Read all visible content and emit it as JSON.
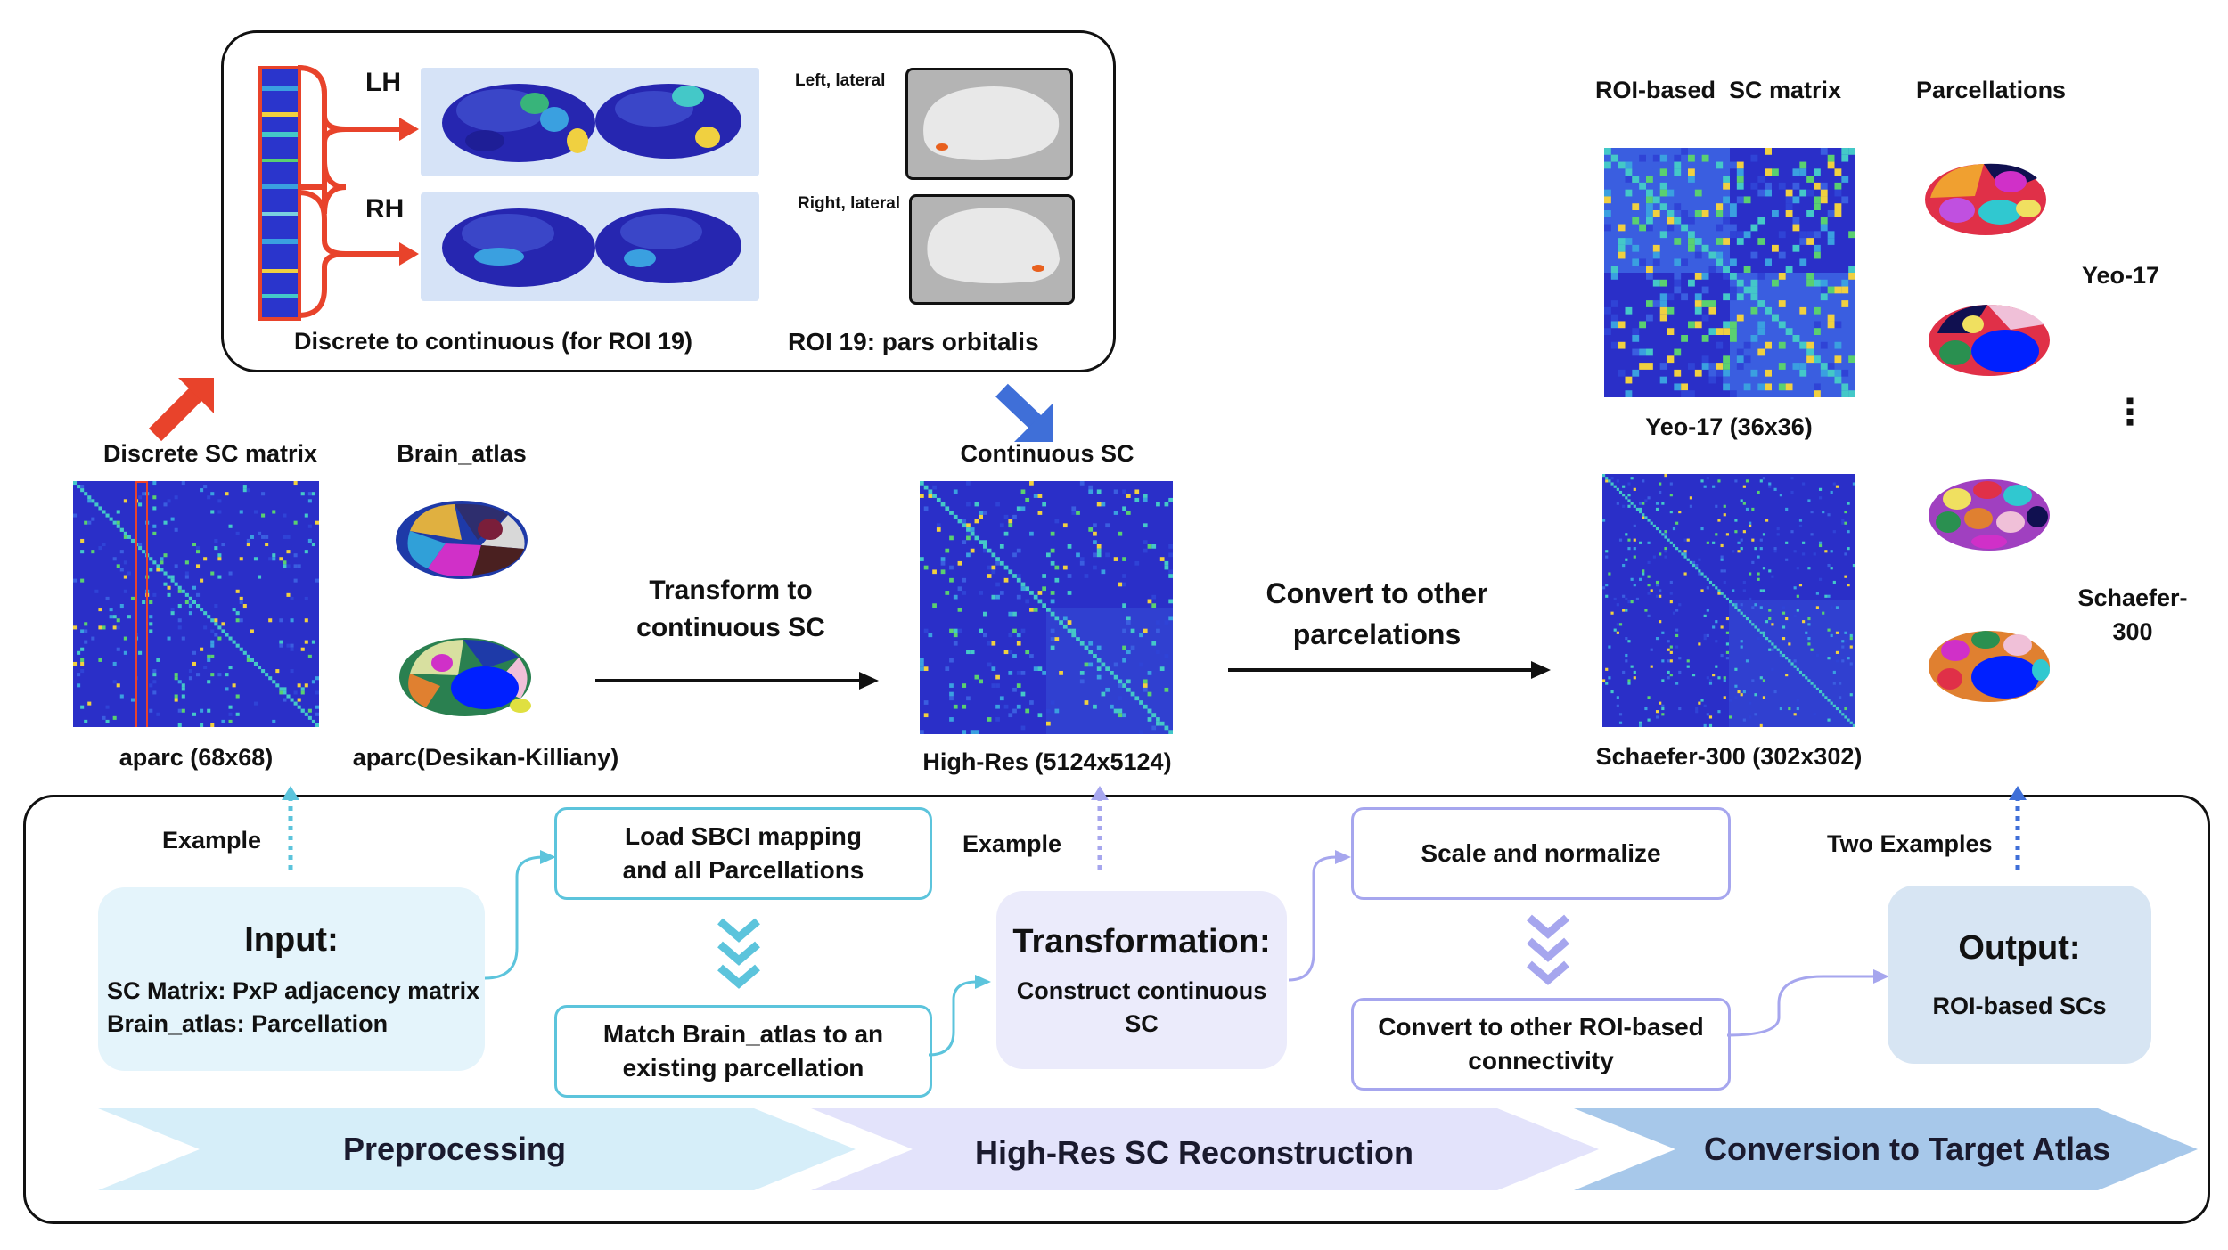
{
  "top_panel": {
    "lh_label": "LH",
    "rh_label": "RH",
    "left_lateral_label": "Left, lateral",
    "right_lateral_label": "Right, lateral",
    "caption_left": "Discrete to continuous (for ROI 19)",
    "caption_right": "ROI 19: pars orbitalis"
  },
  "preprocessing_panel": {
    "discrete_title": "Discrete SC matrix",
    "discrete_caption": "aparc (68x68)",
    "atlas_title": "Brain_atlas",
    "atlas_caption": "aparc(Desikan-Killiany)",
    "transform_label_line1": "Transform to",
    "transform_label_line2": "continuous SC"
  },
  "continuous_panel": {
    "title": "Continuous SC",
    "caption": "High-Res (5124x5124)",
    "convert_label_line1": "Convert to other",
    "convert_label_line2": "parcelations"
  },
  "output_panel": {
    "matrix_title": "ROI-based  SC matrix",
    "parcellations_title": "Parcellations",
    "yeo_caption": "Yeo-17 (36x36)",
    "schaefer_caption": "Schaefer-300 (302x302)",
    "yeo_label": "Yeo-17",
    "ellipsis": "⋮",
    "schaefer_label_line1": "Schaefer-",
    "schaefer_label_line2": "300"
  },
  "workflow": {
    "example_left": "Example",
    "example_mid": "Example",
    "example_right": "Two Examples",
    "input": {
      "title": "Input:",
      "line1": "SC Matrix: PxP adjacency matrix",
      "line2": "Brain_atlas: Parcellation"
    },
    "load_step": {
      "line1": "Load SBCI mapping",
      "line2": "and all Parcellations"
    },
    "match_step": {
      "line1": "Match Brain_atlas to an",
      "line2": "existing parcellation"
    },
    "transformation": {
      "title": "Transformation:",
      "line1": "Construct continuous",
      "line2": "SC"
    },
    "scale_step": {
      "line1": "Scale and normalize"
    },
    "convert_step": {
      "line1": "Convert to other ROI-based",
      "line2": "connectivity"
    },
    "output": {
      "title": "Output:",
      "line1": "ROI-based SCs"
    },
    "bands": [
      "Preprocessing",
      "High-Res SC Reconstruction",
      "Conversion to Target Atlas"
    ]
  },
  "colors": {
    "matrix_bg": "#2a2fc8",
    "red_arrow": "#e8432b",
    "blue_arrow": "#3f6fd8",
    "teal": "#5cc4dc",
    "lavender": "#a6a6ee",
    "input_fill": "#e4f4fb",
    "transform_fill": "#ebebfb",
    "output_fill": "#d7e5f3",
    "band1": "#d6eef9",
    "band2": "#e3e3fb",
    "band3": "#a7c8ea"
  }
}
